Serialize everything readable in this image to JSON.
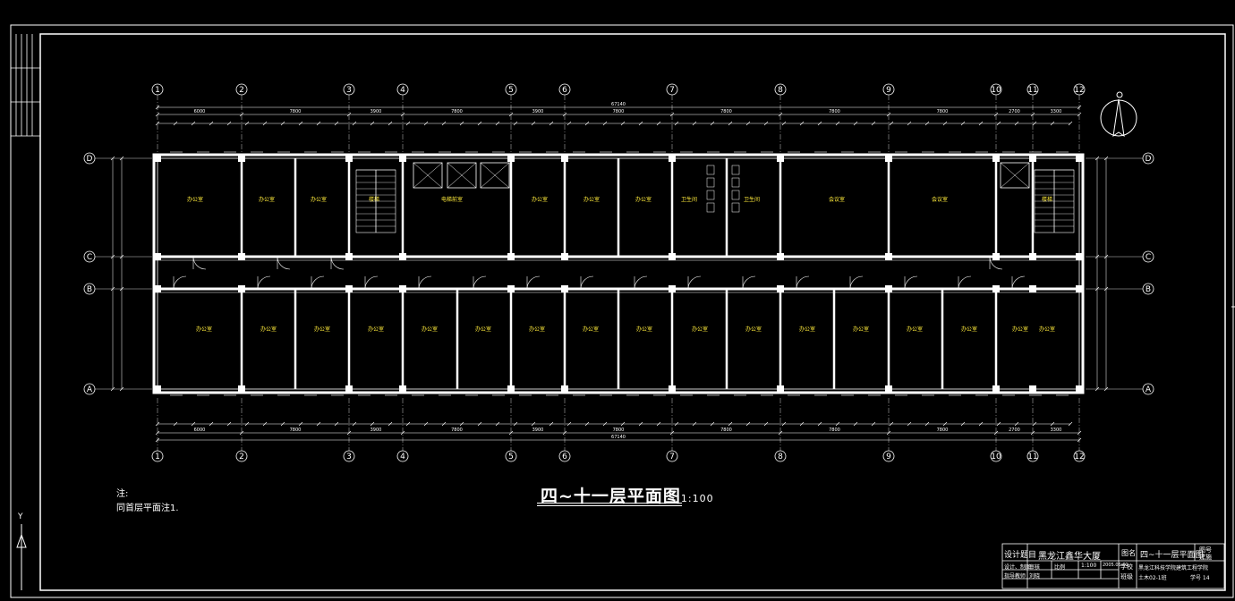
{
  "drawing": {
    "title": "四~十一层平面图",
    "scale": "1:100",
    "notes_heading": "注:",
    "notes_line": "同首层平面注1."
  },
  "axes": {
    "columns": [
      "1",
      "2",
      "3",
      "4",
      "5",
      "6",
      "7",
      "8",
      "9",
      "10",
      "11",
      "12"
    ],
    "rows": [
      "D",
      "C",
      "B",
      "A"
    ]
  },
  "overall_dimension": "67140",
  "bay_dimensions": [
    "6000",
    "7800",
    "3900",
    "7800",
    "3900",
    "7800",
    "7800",
    "7800",
    "7800",
    "2700",
    "3300"
  ],
  "rooms_north": [
    "办公室",
    "办公室",
    "办公室",
    "楼梯",
    "电梯前室",
    "办公室",
    "办公室",
    "办公室",
    "卫生间",
    "卫生间",
    "会议室",
    "会议室",
    "楼梯"
  ],
  "rooms_south": [
    "办公室",
    "办公室",
    "办公室",
    "办公室",
    "办公室",
    "办公室",
    "办公室",
    "办公室",
    "办公室",
    "办公室",
    "办公室",
    "办公室",
    "办公室",
    "办公室",
    "办公室",
    "办公室",
    "办公室"
  ],
  "title_block": {
    "project_label": "设计题目",
    "project_name": "黑龙江鑫华大厦",
    "drawing_label": "图名",
    "drawing_name": "四~十一层平面图",
    "sheet_label": "图号",
    "sheet_value": "建施",
    "designer": "设计、制图",
    "checker": "审核",
    "scale_label": "比例",
    "scale_value": "1:100",
    "date": "2005.05.01",
    "school_label": "学校",
    "school_name": "黑龙江科技学院建筑工程学院",
    "class_label": "班级",
    "class_value": "土木02-1班",
    "no_label": "学号 14",
    "teacher_label": "指导教师",
    "teacher_value": "刘晓"
  },
  "ucs": {
    "y_label": "Y"
  },
  "colors": {
    "background": "#000000",
    "line": "#ffffff",
    "accent": "#ffeb3b"
  }
}
